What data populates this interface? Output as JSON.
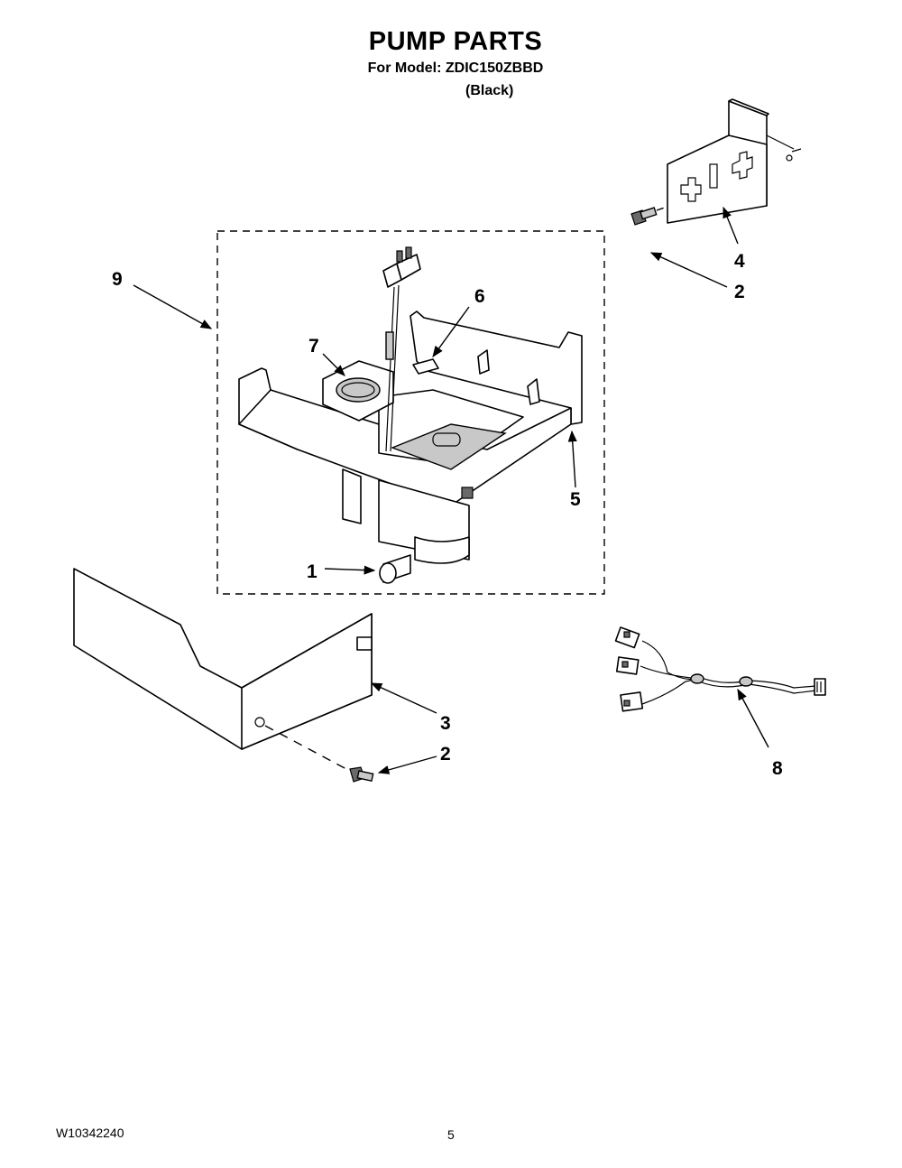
{
  "header": {
    "title": "PUMP PARTS",
    "model_line": "For Model: ZDIC150ZBBD",
    "color_line": "(Black)"
  },
  "footer": {
    "doc_number": "W10342240",
    "page_number": "5"
  },
  "callouts": {
    "c1": "1",
    "c2a": "2",
    "c2b": "2",
    "c3": "3",
    "c4": "4",
    "c5": "5",
    "c6": "6",
    "c7": "7",
    "c8": "8",
    "c9": "9"
  }
}
